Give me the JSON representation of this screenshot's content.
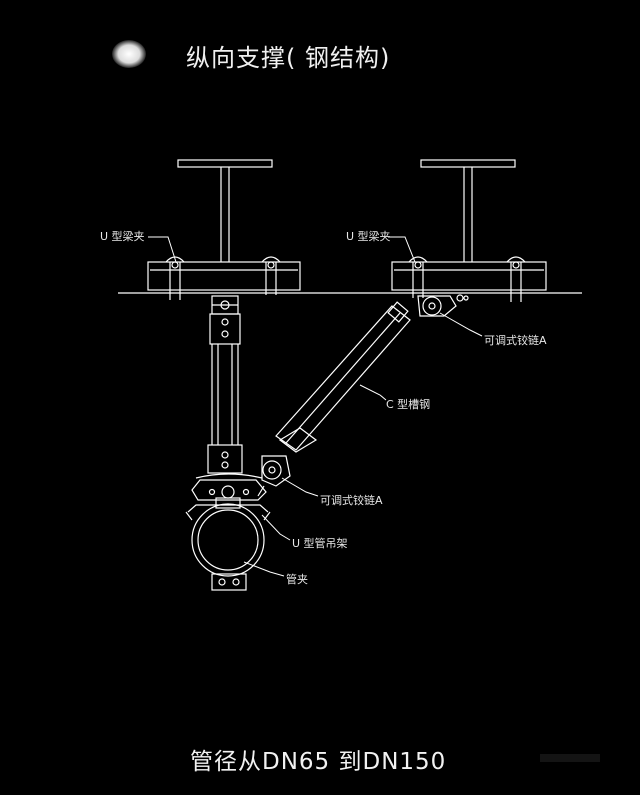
{
  "title": "纵向支撑( 钢结构)",
  "footer": "管径从DN65 到DN150",
  "labels": {
    "beam_clamp_left": "U 型梁夹",
    "beam_clamp_right": "U 型梁夹",
    "hinge_top": "可调式铰链A",
    "channel_steel": "C 型槽钢",
    "hinge_bottom": "可调式铰链A",
    "pipe_hanger": "U 型管吊架",
    "pipe_clamp": "管夹"
  },
  "colors": {
    "background": "#000000",
    "line": "#ffffff"
  }
}
